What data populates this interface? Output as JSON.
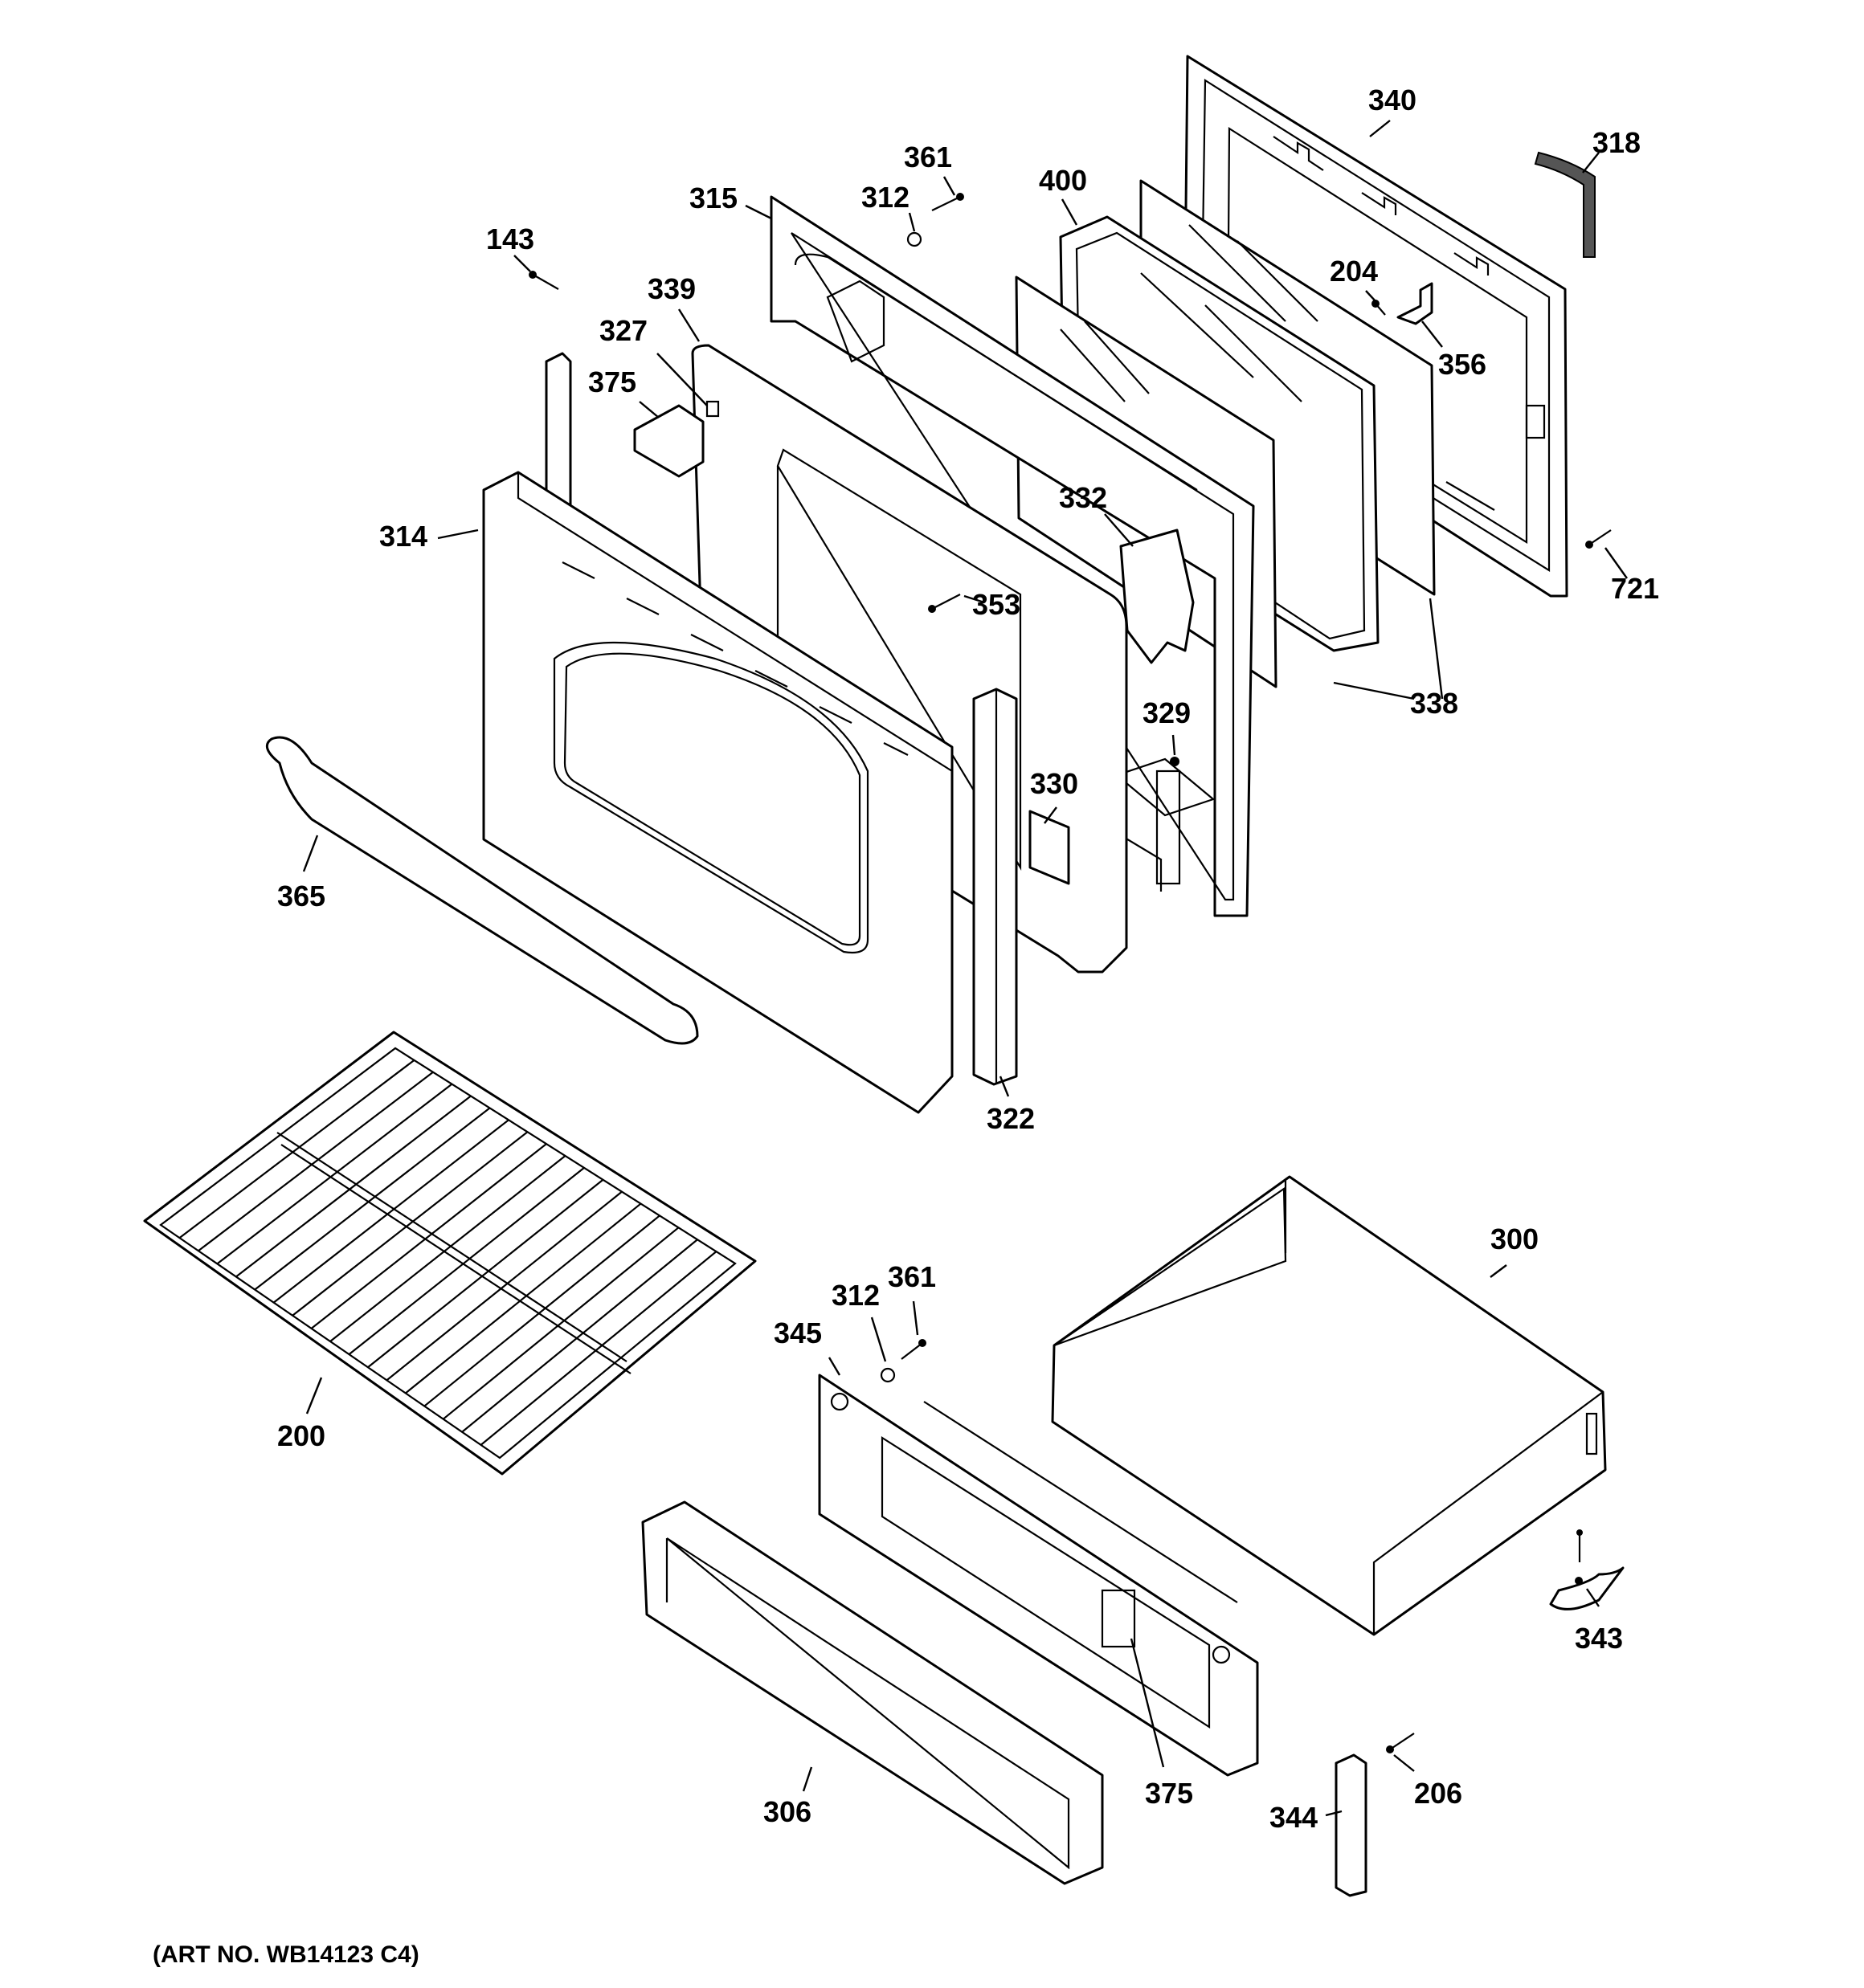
{
  "art_number": "(ART NO. WB14123 C4)",
  "callouts": {
    "c340": "340",
    "c318": "318",
    "c361_top": "361",
    "c400": "400",
    "c315": "315",
    "c312_top": "312",
    "c143": "143",
    "c204": "204",
    "c339": "339",
    "c356": "356",
    "c327": "327",
    "c375_top": "375",
    "c332": "332",
    "c314": "314",
    "c721": "721",
    "c353": "353",
    "c338": "338",
    "c329": "329",
    "c330": "330",
    "c365": "365",
    "c322": "322",
    "c300": "300",
    "c361_bot": "361",
    "c312_bot": "312",
    "c345": "345",
    "c200": "200",
    "c343": "343",
    "c206": "206",
    "c306": "306",
    "c375_bot": "375",
    "c344": "344"
  }
}
